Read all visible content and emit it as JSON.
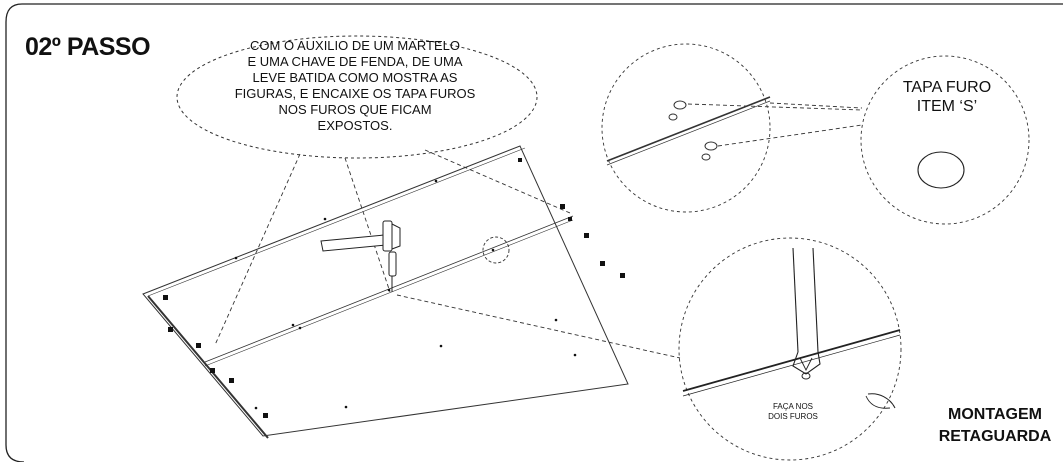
{
  "step_title": "02º PASSO",
  "instruction_lines": [
    "COM O AUXILIO DE UM MARTELO",
    "E UMA CHAVE DE FENDA, DE UMA",
    "LEVE BATIDA COMO MOSTRA AS",
    "FIGURAS, E ENCAIXE OS TAPA FUROS",
    "NOS FUROS QUE FICAM",
    "EXPOSTOS."
  ],
  "cap_callout": {
    "line1": "TAPA FURO",
    "line2": "ITEM ‘S’"
  },
  "holes_note": {
    "line1": "FAÇA NOS",
    "line2": "DOIS FUROS"
  },
  "section_label": {
    "line1": "MONTAGEM",
    "line2": "RETAGUARDA"
  },
  "colors": {
    "line": "#222222",
    "background": "#ffffff"
  }
}
